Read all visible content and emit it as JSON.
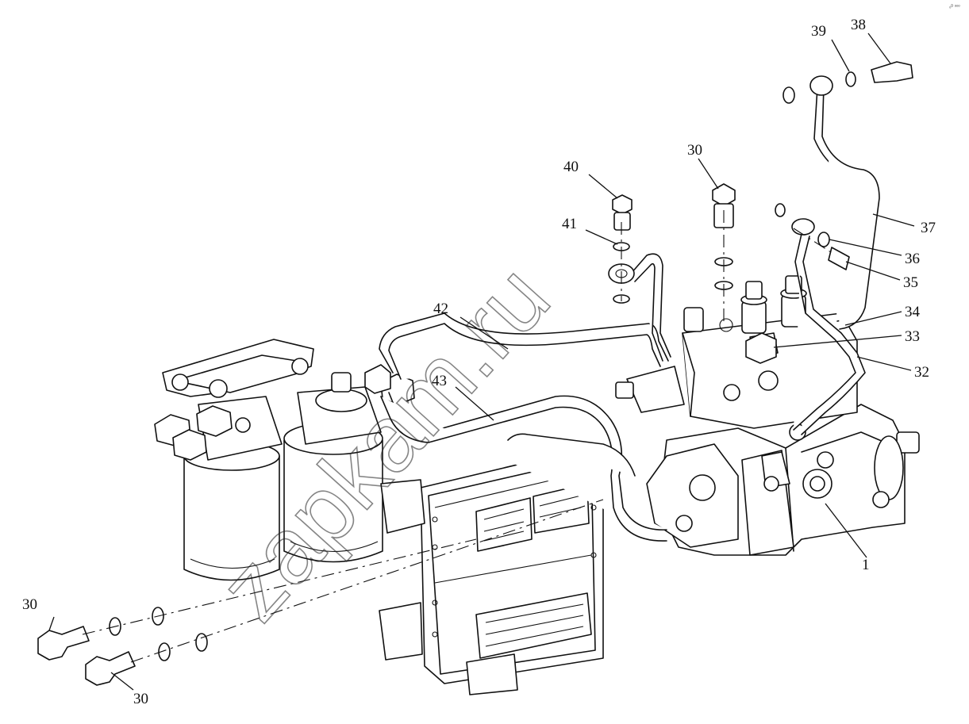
{
  "watermark": "zapkam.ru",
  "corner_mark": "₀ᴰ ᵒᵒᵒ",
  "callouts": [
    "1",
    "30",
    "30",
    "30",
    "32",
    "33",
    "34",
    "35",
    "36",
    "37",
    "38",
    "39",
    "40",
    "41",
    "42",
    "43"
  ]
}
